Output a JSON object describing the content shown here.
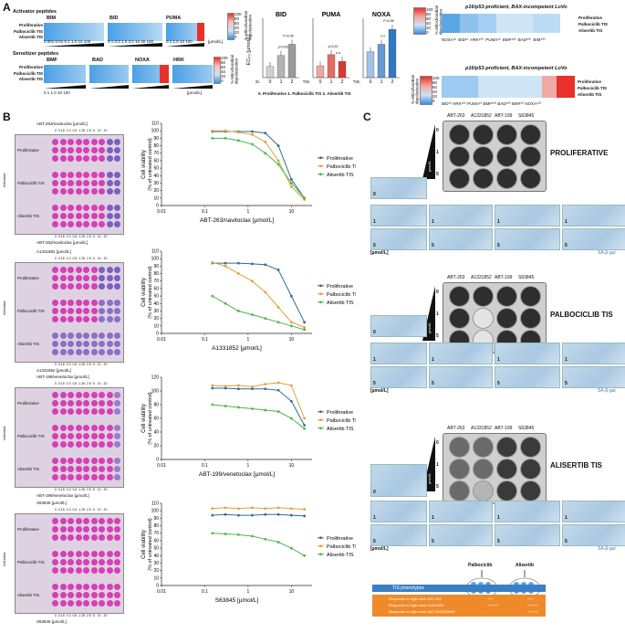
{
  "panel_labels": {
    "a": "A",
    "b": "B",
    "c": "C"
  },
  "heatmaps": {
    "activator_title": "Activator peptides",
    "activator_peptides": [
      "BIM",
      "BID",
      "PUMA"
    ],
    "sensitizer_title": "Sensitizer peptides",
    "sensitizer_peptides": [
      "BMF",
      "BAD",
      "NOXA",
      "HRK"
    ],
    "row_labels": [
      "Proliferative",
      "Palbociclib TIS",
      "Alisertib TIS"
    ],
    "activator_axis": [
      "0.001",
      "0.01",
      "0.1",
      "1.0",
      "10",
      "100"
    ],
    "bid_axis": [
      "0.1",
      "0.3",
      "1.0",
      "3.0",
      "10",
      "30",
      "100"
    ],
    "puma_axis": [
      "0.1",
      "1.0",
      "10",
      "100"
    ],
    "sensitizer_axis": [
      "0.1",
      "1.0",
      "10",
      "100"
    ],
    "unit": "[µmol/L]",
    "colorbar_ticks": [
      "100",
      "80",
      "60",
      "40",
      "20",
      "0"
    ],
    "colorbar_label": "% Mitochondrial depolarization",
    "colors": {
      "high": "#e8312a",
      "low": "#3a8ee0",
      "mid": "#b6d8f2"
    }
  },
  "bars": {
    "ylabel": "EC₅₀ [µmol/L]",
    "xlabel": "TIS:",
    "legend": "0. Proliferative 1. Palbociclib TIS 2. Alisertib TIS",
    "ticks": [
      "0",
      "1",
      "2"
    ],
    "panels": [
      {
        "title": "BID",
        "values": [
          15,
          30,
          45
        ],
        "ann": [
          "p=0.06",
          "P<0.05"
        ],
        "color": "#9a9a9a"
      },
      {
        "title": "PUMA",
        "values": [
          16,
          31,
          22
        ],
        "ann": [
          "p=0.20",
          "n.s."
        ],
        "color": "#d93a2e"
      },
      {
        "title": "NOXA",
        "values": [
          35,
          45,
          65
        ],
        "ann": [
          "n.s.",
          "P<0.05"
        ],
        "color": "#2f78c4"
      }
    ]
  },
  "lovo": {
    "title1": "p16/p53-proficient, BAX-incompetent LoVo",
    "cols1": [
      "NOXA¹⁰",
      "BID¹⁰",
      "HRK¹⁰⁰",
      "PUMA¹⁰",
      "BMF¹⁰⁰",
      "BAD¹⁰⁰",
      "BIM¹⁰⁰"
    ],
    "title2": "p16/p53-proficient, BAX-incompetent LoVo",
    "cols2": [
      "BID¹⁰",
      "HRK¹⁰⁰",
      "PUMA¹⁰",
      "BMF¹⁰⁰",
      "BAD¹⁰⁰",
      "BIM¹⁰⁰",
      "NOXA¹⁰⁰"
    ],
    "cbar_ticks": [
      "100",
      "80",
      "60",
      "40",
      "20",
      "0"
    ],
    "cbar_label": "% Mitochondrial depolarization"
  },
  "plates": [
    {
      "drug": "ABT-263/navitoclax [µmol/L]",
      "conc": "0  0.15  0.3  0.6  1.25  2.5  5   10   20"
    },
    {
      "drug": "A1331852 [µmol/L]",
      "conc": "0  0.15  0.3  0.6  1.25  2.5  5   10   20"
    },
    {
      "drug": "ABT-199/venetoclax [µmol/L]",
      "conc": "0  0.15  0.3  0.6  1.25  2.5  5   10   20"
    },
    {
      "drug": "S63845 [µmol/L]",
      "conc": "0  0.15  0.3  0.6  1.25  2.5  5   10   20"
    }
  ],
  "plate_rows": [
    "Proliferative",
    "Palbociclib TIS",
    "Alisertib TIS"
  ],
  "untreated": "Untreated",
  "chart_data": [
    {
      "type": "line",
      "title": "",
      "xlabel": "ABT-263/navitoclax [µmol/L]",
      "ylabel": "Cell viability (% of untreated control)",
      "xscale": "log",
      "xlim": [
        0.01,
        30
      ],
      "ylim": [
        0,
        110
      ],
      "x": [
        0.15,
        0.3,
        0.6,
        1.25,
        2.5,
        5,
        10,
        20
      ],
      "series": [
        {
          "name": "Proliferative",
          "color": "#2c6e8f",
          "values": [
            99,
            99,
            99,
            99,
            97,
            80,
            35,
            10
          ]
        },
        {
          "name": "Palbociclib TIS",
          "color": "#e0a03a",
          "values": [
            100,
            100,
            98,
            95,
            85,
            60,
            25,
            8
          ]
        },
        {
          "name": "Alisertib TIS",
          "color": "#4ab848",
          "values": [
            90,
            90,
            87,
            82,
            70,
            55,
            30,
            10
          ]
        }
      ]
    },
    {
      "type": "line",
      "title": "",
      "xlabel": "A1331852 [µmol/L]",
      "ylabel": "Cell viability (% of untreated control)",
      "xscale": "log",
      "xlim": [
        0.01,
        30
      ],
      "ylim": [
        0,
        110
      ],
      "x": [
        0.15,
        0.3,
        0.6,
        1.25,
        2.5,
        5,
        10,
        20
      ],
      "series": [
        {
          "name": "Proliferative",
          "color": "#2c6e8f",
          "values": [
            94,
            94,
            94,
            93,
            92,
            85,
            50,
            15
          ]
        },
        {
          "name": "Palbociclib TIS",
          "color": "#e0a03a",
          "values": [
            95,
            90,
            80,
            70,
            55,
            35,
            15,
            8
          ]
        },
        {
          "name": "Alisertib TIS",
          "color": "#4ab848",
          "values": [
            50,
            40,
            30,
            25,
            20,
            15,
            10,
            5
          ]
        }
      ]
    },
    {
      "type": "line",
      "title": "",
      "xlabel": "ABT-199/venetoclax [µmol/L]",
      "ylabel": "Cell viability (% of untreated control)",
      "xscale": "log",
      "xlim": [
        0.01,
        30
      ],
      "ylim": [
        0,
        120
      ],
      "x": [
        0.15,
        0.3,
        0.6,
        1.25,
        2.5,
        5,
        10,
        20
      ],
      "series": [
        {
          "name": "Proliferative",
          "color": "#2c6e8f",
          "values": [
            104,
            104,
            103,
            103,
            103,
            101,
            85,
            50
          ]
        },
        {
          "name": "Palbociclib TIS",
          "color": "#e0a03a",
          "values": [
            108,
            107,
            108,
            106,
            110,
            112,
            108,
            60
          ]
        },
        {
          "name": "Alisertib TIS",
          "color": "#4ab848",
          "values": [
            80,
            78,
            76,
            74,
            72,
            70,
            60,
            45
          ]
        }
      ]
    },
    {
      "type": "line",
      "title": "",
      "xlabel": "S63845 [µmol/L]",
      "ylabel": "Cell viability (% of untreated control)",
      "xscale": "log",
      "xlim": [
        0.01,
        30
      ],
      "ylim": [
        0,
        110
      ],
      "x": [
        0.15,
        0.3,
        0.6,
        1.25,
        2.5,
        5,
        10,
        20
      ],
      "series": [
        {
          "name": "Proliferative",
          "color": "#2c6e8f",
          "values": [
            94,
            95,
            94,
            94,
            95,
            95,
            94,
            93
          ]
        },
        {
          "name": "Palbociclib TIS",
          "color": "#e0a03a",
          "values": [
            103,
            104,
            103,
            104,
            103,
            104,
            103,
            102
          ]
        },
        {
          "name": "Alisertib TIS",
          "color": "#4ab848",
          "values": [
            70,
            69,
            68,
            66,
            62,
            58,
            50,
            40
          ]
        }
      ]
    }
  ],
  "c_panel": {
    "dish_cols": [
      "ABT-263",
      "A1331852",
      "ABT-199",
      "S63845"
    ],
    "dish_rows": [
      "0",
      "1",
      "5"
    ],
    "umol": "µmol/L",
    "sections": [
      "PROLIFERATIVE",
      "PALBOCICLIB TIS",
      "ALISERTIB TIS"
    ],
    "photo_labels": [
      "0",
      "1",
      "5"
    ],
    "umol_bracket": "[µmol/L]",
    "sagal": "SA-β-gal",
    "phenotype_label": "TIS phenotypes",
    "drugs": [
      "Palbociclib",
      "Alisertib"
    ],
    "responses": [
      {
        "text": "Response to high-dose ABT-263",
        "palbo": "+++",
        "alis": "+++"
      },
      {
        "text": "Response to high-dose A1331852",
        "palbo": "+++++",
        "alis": "+++++"
      },
      {
        "text": "Response to high-dose ABT-199/S63845",
        "palbo": "-",
        "alis": "+++++"
      }
    ]
  }
}
